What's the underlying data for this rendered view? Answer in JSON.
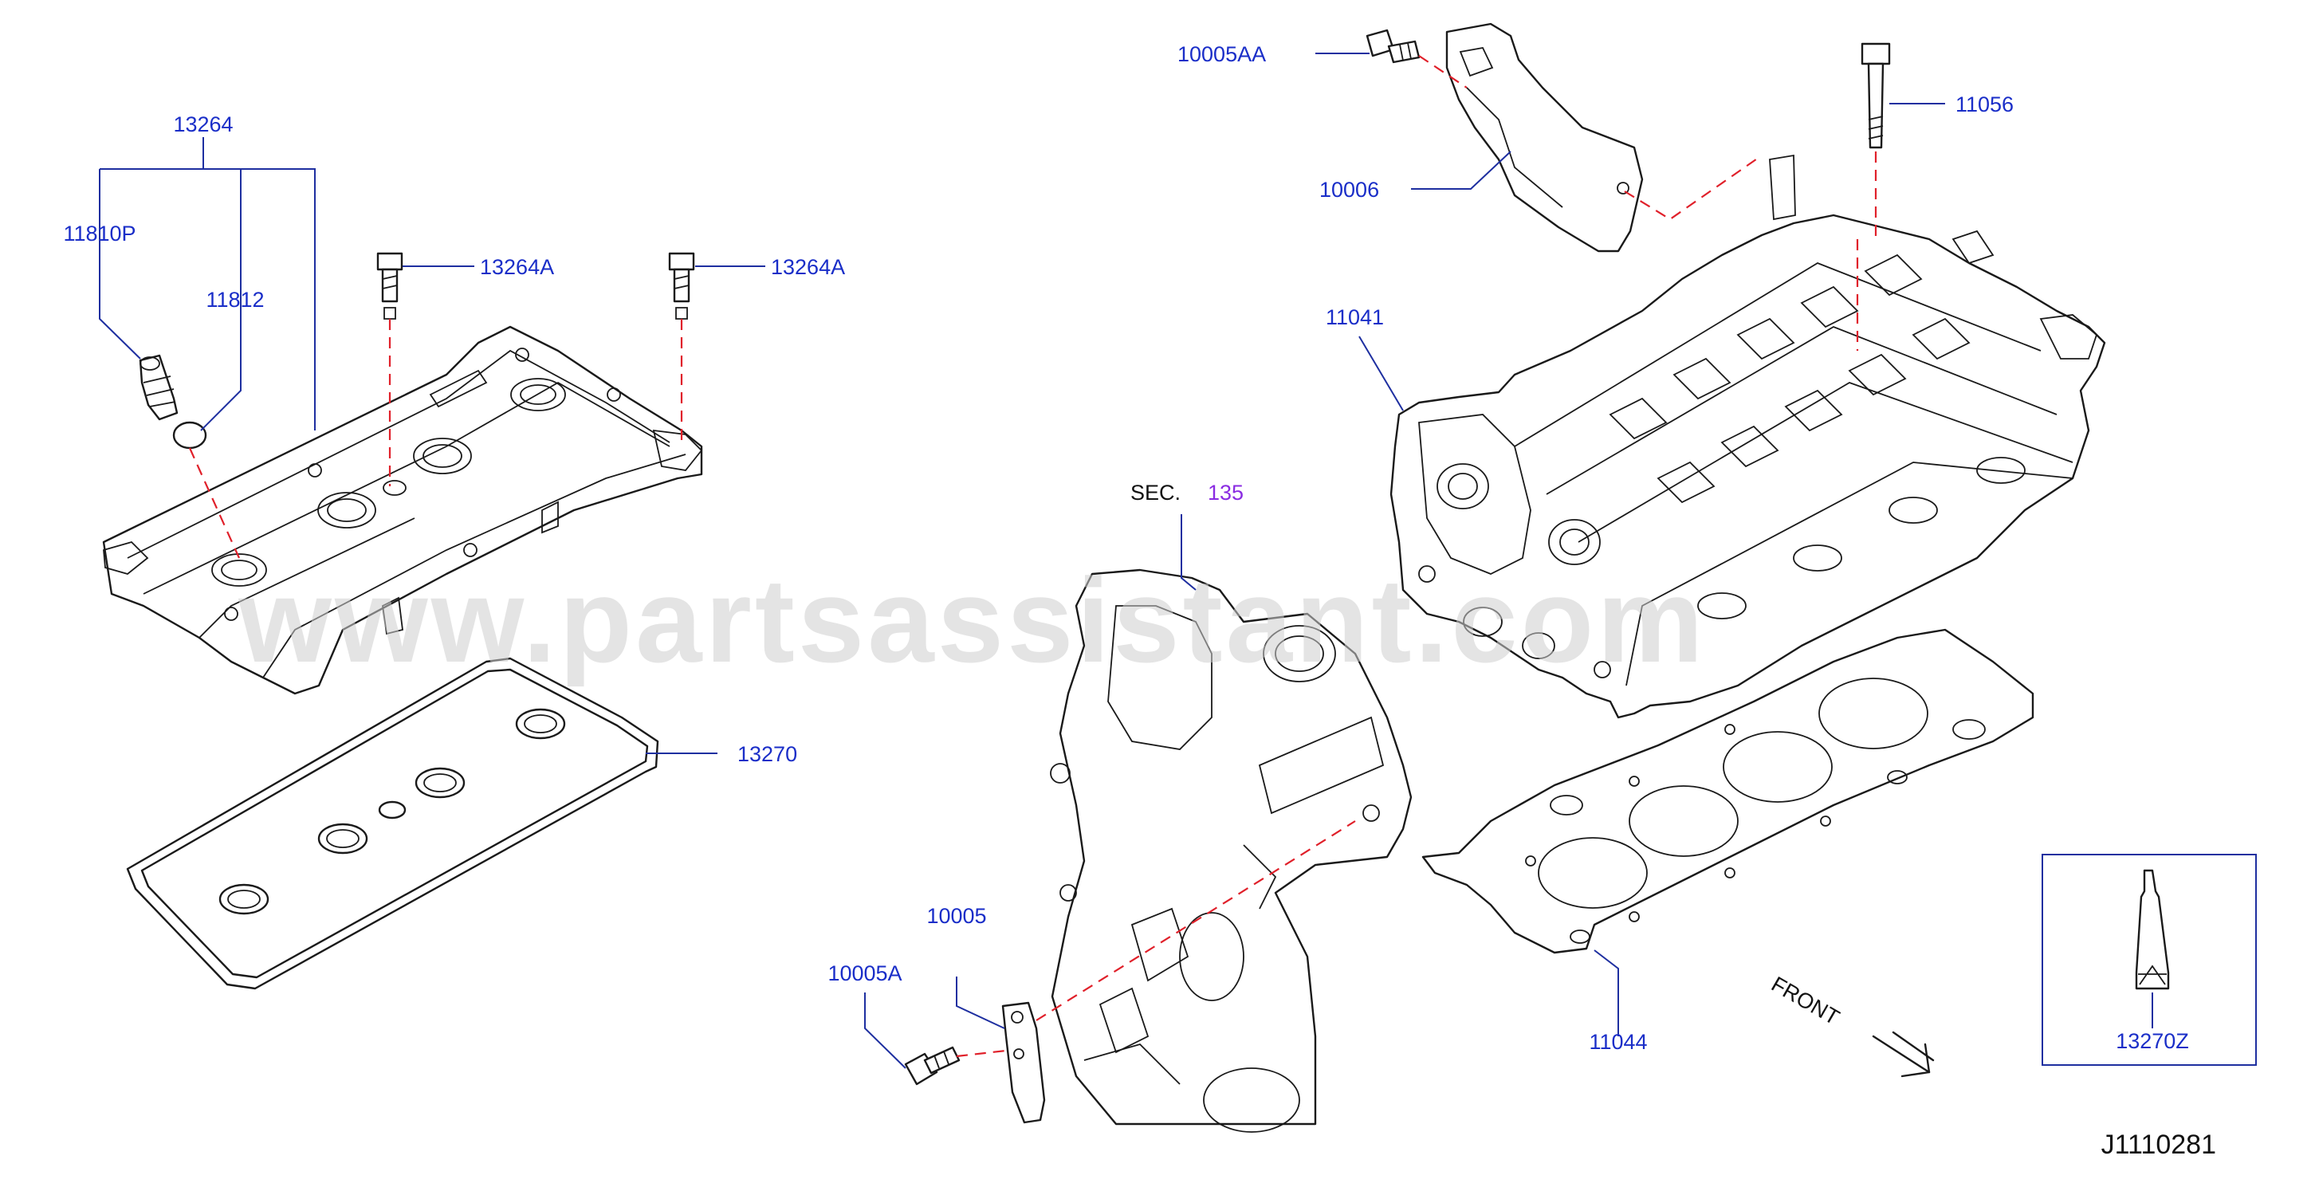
{
  "watermark": "www.partsassistant.com",
  "drawing_id": "J1110281",
  "section": {
    "prefix": "SEC.",
    "number": "135"
  },
  "direction_label": "FRONT",
  "callouts": {
    "p13264": "13264",
    "p11810P": "11810P",
    "p11812": "11812",
    "p13264A_left": "13264A",
    "p13264A_right": "13264A",
    "p13270": "13270",
    "p10005AA": "10005AA",
    "p10006": "10006",
    "p11056": "11056",
    "p11041": "11041",
    "p10005": "10005",
    "p10005A": "10005A",
    "p11044": "11044",
    "p13270Z": "13270Z"
  },
  "colors": {
    "callout_text": "#1a2ec8",
    "leader_line": "#1e2fa0",
    "hidden_line": "#e0202a",
    "section_number": "#8a2be2",
    "watermark": "#cfcfcf"
  }
}
